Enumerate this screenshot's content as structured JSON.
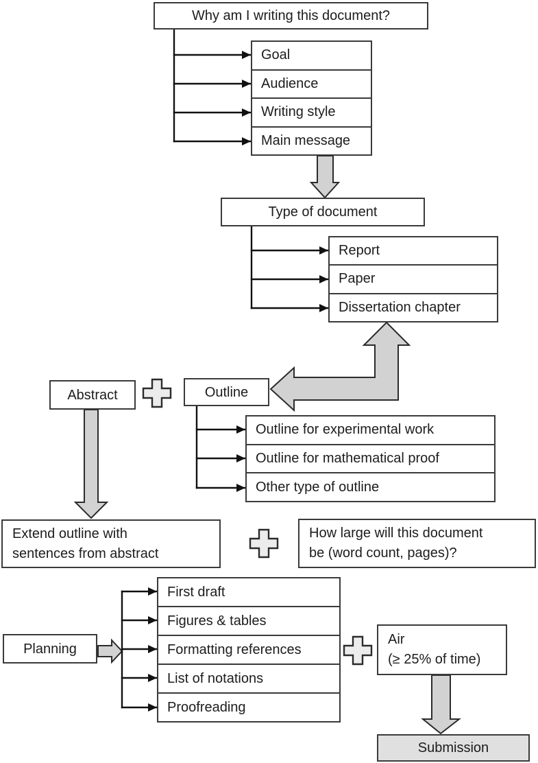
{
  "nodes": {
    "why": {
      "label": "Why am I writing this document?",
      "children": [
        "Goal",
        "Audience",
        "Writing style",
        "Main message"
      ]
    },
    "doc_type": {
      "label": "Type of document",
      "children": [
        "Report",
        "Paper",
        "Dissertation chapter"
      ]
    },
    "abstract": {
      "label": "Abstract"
    },
    "outline": {
      "label": "Outline",
      "children": [
        "Outline for experimental work",
        "Outline for mathematical proof",
        "Other type of outline"
      ]
    },
    "extend": {
      "lines": [
        "Extend outline with",
        "sentences from abstract"
      ]
    },
    "how_large": {
      "lines": [
        "How large will this document",
        "be (word count, pages)?"
      ]
    },
    "planning": {
      "label": "Planning",
      "children": [
        "First draft",
        "Figures & tables",
        "Formatting references",
        "List of notations",
        "Proofreading"
      ]
    },
    "air": {
      "lines": [
        "Air",
        "(≥ 25% of time)"
      ]
    },
    "submission": {
      "label": "Submission"
    }
  },
  "colors": {
    "box_border": "#3a3a3a",
    "connector": "#111111",
    "arrow_fill": "#d2d2d2",
    "plus_fill": "#ececec",
    "submission_fill": "#e0e0e0",
    "text": "#1c1c1c"
  }
}
